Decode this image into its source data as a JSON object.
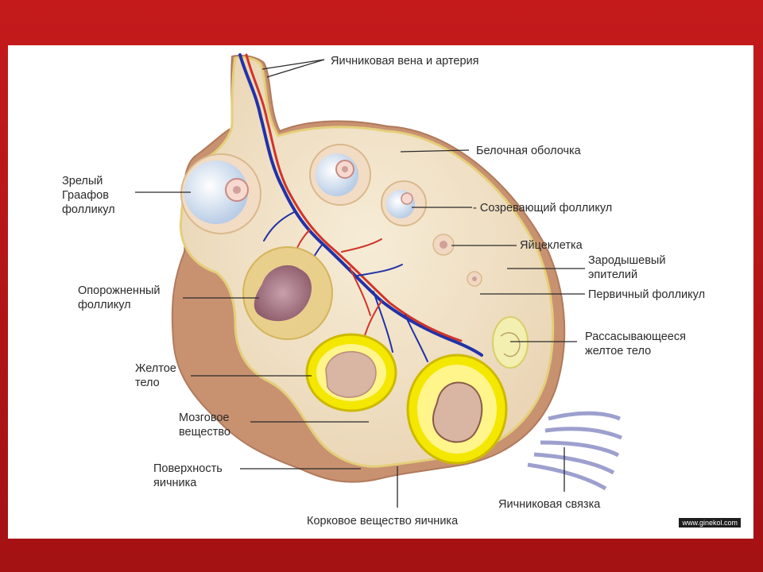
{
  "labels": {
    "vein_artery": "Яичниковая вена и артерия",
    "tunica": "Белочная оболочка",
    "maturing": "- Созревающий фолликул",
    "egg": "Яйцеклетка",
    "germ_line1": "Зародышевый",
    "germ_line2": "эпителий",
    "primary": "Первичный фолликул",
    "resorbing_line1": "Рассасывающееся",
    "resorbing_line2": "желтое тело",
    "graafian_line1": "Зрелый",
    "graafian_line2": "Граафов",
    "graafian_line3": "фолликул",
    "emptied_line1": "Опорожненный",
    "emptied_line2": "фолликул",
    "corpus_line1": "Желтое",
    "corpus_line2": "тело",
    "medulla_line1": "Мозговое",
    "medulla_line2": "вещество",
    "surface_line1": "Поверхность",
    "surface_line2": "яичника",
    "ligament": "Яичниковая связка",
    "cortex": "Корковое вещество яичника"
  },
  "watermark": "www.ginekol.com",
  "colors": {
    "background": "#c41a1c",
    "panel": "#ffffff",
    "leader": "#2a2a2a"
  }
}
